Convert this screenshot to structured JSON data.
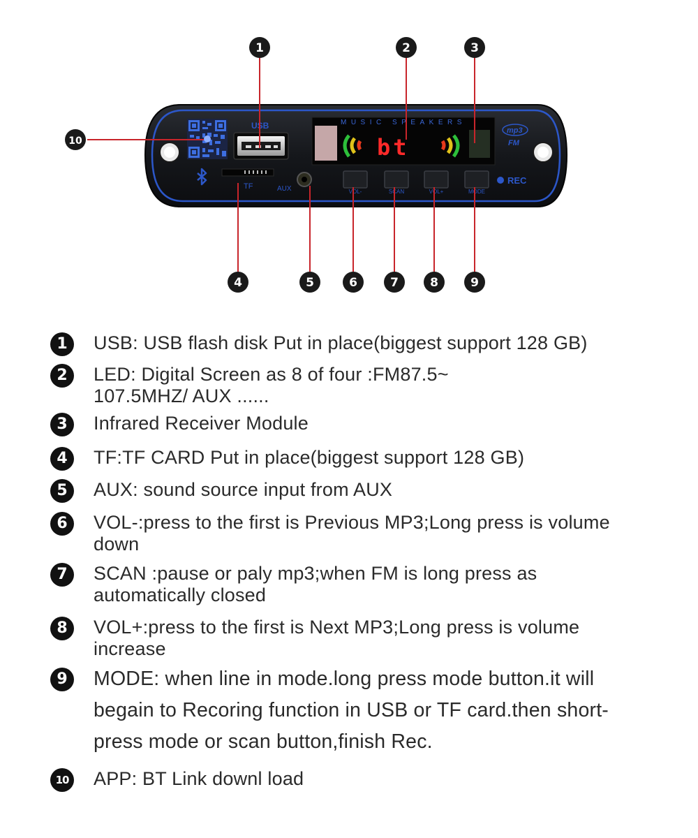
{
  "panel": {
    "usb_label": "USB",
    "music_speakers": "MUSIC SPEAKERS",
    "display_text": "bt",
    "mp3_logo": "mp3",
    "fm_logo": "FM",
    "tf_label": "TF",
    "aux_label": "AUX",
    "rec_label": "REC",
    "buttons": [
      "VOL-",
      "SCAN",
      "VOL+",
      "MODE"
    ]
  },
  "callouts": [
    "1",
    "2",
    "3",
    "4",
    "5",
    "6",
    "7",
    "8",
    "9",
    "10"
  ],
  "legend": [
    {
      "num": "1",
      "text": "USB: USB flash disk Put in place(biggest support 128 GB)"
    },
    {
      "num": "2",
      "text": "LED: Digital Screen as 8 of  four :FM87.5~ 107.5MHZ/ AUX ......"
    },
    {
      "num": "3",
      "text": "Infrared Receiver Module"
    },
    {
      "num": "4",
      "text": "TF:TF CARD Put in place(biggest support 128 GB)"
    },
    {
      "num": "5",
      "text": "AUX:  sound source input from AUX"
    },
    {
      "num": "6",
      "text": "VOL-:press to the first is Previous MP3;Long press is volume down"
    },
    {
      "num": "7",
      "text": "SCAN :pause or paly mp3;when FM is long press as automatically closed"
    },
    {
      "num": "8",
      "text": "VOL+:press to the first is Next MP3;Long press is volume increase"
    },
    {
      "num": "9",
      "text": "MODE: when line in mode.long press mode button.it will begain to Recoring function in USB or TF card.then short-press mode or scan button,finish Rec."
    },
    {
      "num": "10",
      "text": "APP: BT Link downl load"
    }
  ],
  "colors": {
    "panel": "#16181c",
    "accent_blue": "#2c57c9",
    "leader": "#c8252b",
    "display_red": "#ff2a2a"
  }
}
